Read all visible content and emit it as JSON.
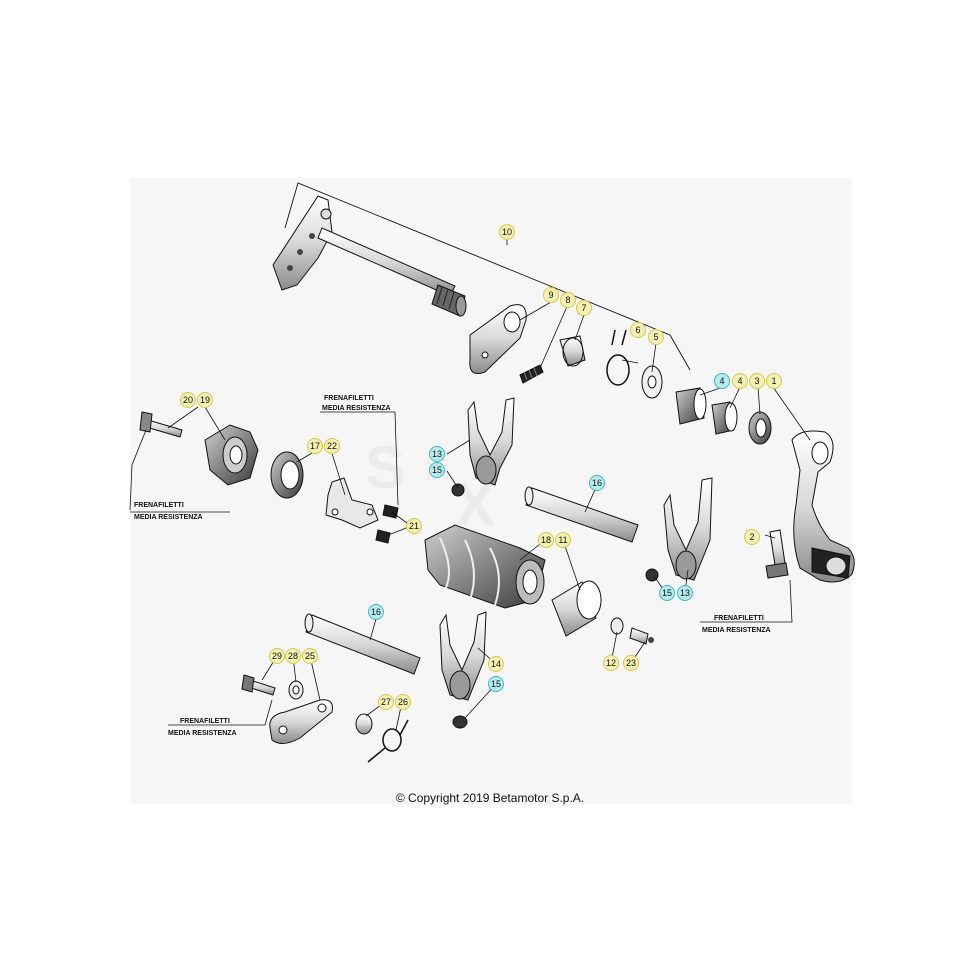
{
  "diagram": {
    "colors": {
      "yellow_callout": "#f3f0b2",
      "cyan_callout": "#b5ecef",
      "callout_border": "#d9c94a",
      "cyan_border": "#42b8c4",
      "line": "#111111",
      "panel": "#f6f6f6"
    },
    "callouts": [
      {
        "label": "10",
        "color": "yellow"
      },
      {
        "label": "9",
        "color": "yellow"
      },
      {
        "label": "8",
        "color": "yellow"
      },
      {
        "label": "7",
        "color": "yellow"
      },
      {
        "label": "6",
        "color": "yellow"
      },
      {
        "label": "5",
        "color": "yellow"
      },
      {
        "label": "4",
        "color": "cyan"
      },
      {
        "label": "4",
        "color": "yellow"
      },
      {
        "label": "3",
        "color": "yellow"
      },
      {
        "label": "1",
        "color": "yellow"
      },
      {
        "label": "20",
        "color": "yellow"
      },
      {
        "label": "19",
        "color": "yellow"
      },
      {
        "label": "17",
        "color": "yellow"
      },
      {
        "label": "22",
        "color": "yellow"
      },
      {
        "label": "13",
        "color": "cyan"
      },
      {
        "label": "15",
        "color": "cyan"
      },
      {
        "label": "16",
        "color": "cyan"
      },
      {
        "label": "2",
        "color": "yellow"
      },
      {
        "label": "21",
        "color": "yellow"
      },
      {
        "label": "18",
        "color": "yellow"
      },
      {
        "label": "11",
        "color": "yellow"
      },
      {
        "label": "15",
        "color": "cyan"
      },
      {
        "label": "13",
        "color": "cyan"
      },
      {
        "label": "16",
        "color": "cyan"
      },
      {
        "label": "14",
        "color": "yellow"
      },
      {
        "label": "15",
        "color": "cyan"
      },
      {
        "label": "12",
        "color": "yellow"
      },
      {
        "label": "23",
        "color": "yellow"
      },
      {
        "label": "29",
        "color": "yellow"
      },
      {
        "label": "28",
        "color": "yellow"
      },
      {
        "label": "25",
        "color": "yellow"
      },
      {
        "label": "27",
        "color": "yellow"
      },
      {
        "label": "26",
        "color": "yellow"
      }
    ],
    "notes": [
      {
        "line1": "FRENAFILETTI",
        "line2": "MEDIA RESISTENZA"
      },
      {
        "line1": "FRENAFILETTI",
        "line2": "MEDIA RESISTENZA"
      },
      {
        "line1": "FRENAFILETTI",
        "line2": "MEDIA RESISTENZA"
      },
      {
        "line1": "FRENAFILETTI",
        "line2": "MEDIA RESISTENZA"
      }
    ],
    "copyright": "© Copyright 2019 Betamotor S.p.A."
  }
}
